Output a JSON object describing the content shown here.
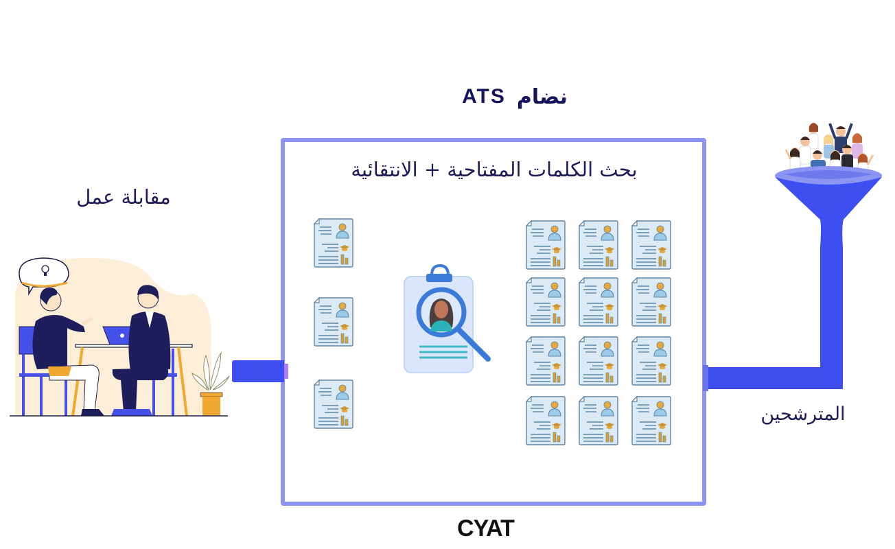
{
  "title": {
    "arabic": "نضام",
    "latin": "ATS"
  },
  "box": {
    "heading": "بحث الكلمات المفتاحية + الانتقائية",
    "border_color": "#8e94f4"
  },
  "labels": {
    "interview": "مقابلة عمل",
    "candidates": "المترشحين"
  },
  "logo": {
    "text": "CYAT"
  },
  "colors": {
    "pipe": "#3d4ff0",
    "text": "#1b1b55",
    "doc_fill": "#dbeaf4",
    "doc_stroke": "#5d86a6",
    "accent_gold": "#e8a93a"
  },
  "icons": {
    "left_column_docs": 3,
    "grid_docs": 12,
    "center": "resume-search-icon",
    "funnel": "funnel-with-people",
    "interview": "job-interview-illustration"
  }
}
